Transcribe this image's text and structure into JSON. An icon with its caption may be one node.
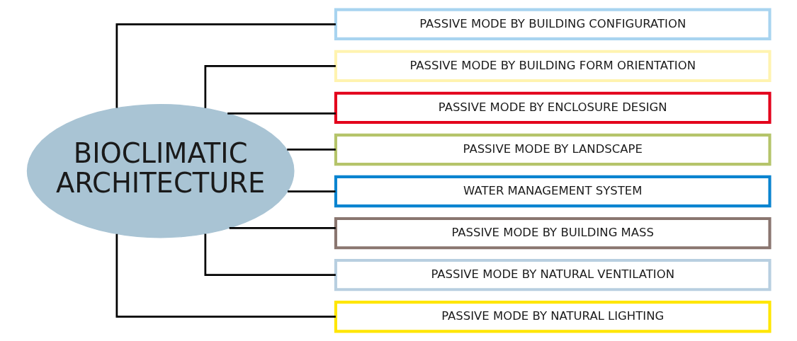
{
  "diagram": {
    "nodes": [
      {
        "text": [
          "BIOCLIMATIC ARCHITECTURE"
        ]
      },
      {
        "text": [
          "PASSIVE MODE BY BUILDING CONFIGURATION"
        ]
      },
      {
        "text": [
          "PASSIVE MODE BY BUILDING FORM ORIENTATION"
        ]
      },
      {
        "text": [
          "PASSIVE MODE BY ENCLOSURE DESIGN"
        ]
      },
      {
        "text": [
          "PASSIVE MODE BY LANDSCAPE"
        ]
      },
      {
        "text": [
          "WATER MANAGEMENT SYSTEM"
        ]
      },
      {
        "text": [
          "PASSIVE MODE BY BUILDING MASS"
        ]
      },
      {
        "text": [
          "PASSIVE MODE BY NATURAL VENTILATION"
        ]
      },
      {
        "text": [
          "PASSIVE MODE BY NATURAL LIGHTING"
        ]
      }
    ],
    "edges": [
      {
        "from": 0,
        "to": 1,
        "arrow": "none"
      },
      {
        "from": 0,
        "to": 2,
        "arrow": "none"
      },
      {
        "from": 0,
        "to": 3,
        "arrow": "none"
      },
      {
        "from": 0,
        "to": 4,
        "arrow": "none"
      },
      {
        "from": 0,
        "to": 5,
        "arrow": "none"
      },
      {
        "from": 0,
        "to": 6,
        "arrow": "none"
      },
      {
        "from": 0,
        "to": 7,
        "arrow": "none"
      },
      {
        "from": 0,
        "to": 8,
        "arrow": "none"
      }
    ]
  }
}
